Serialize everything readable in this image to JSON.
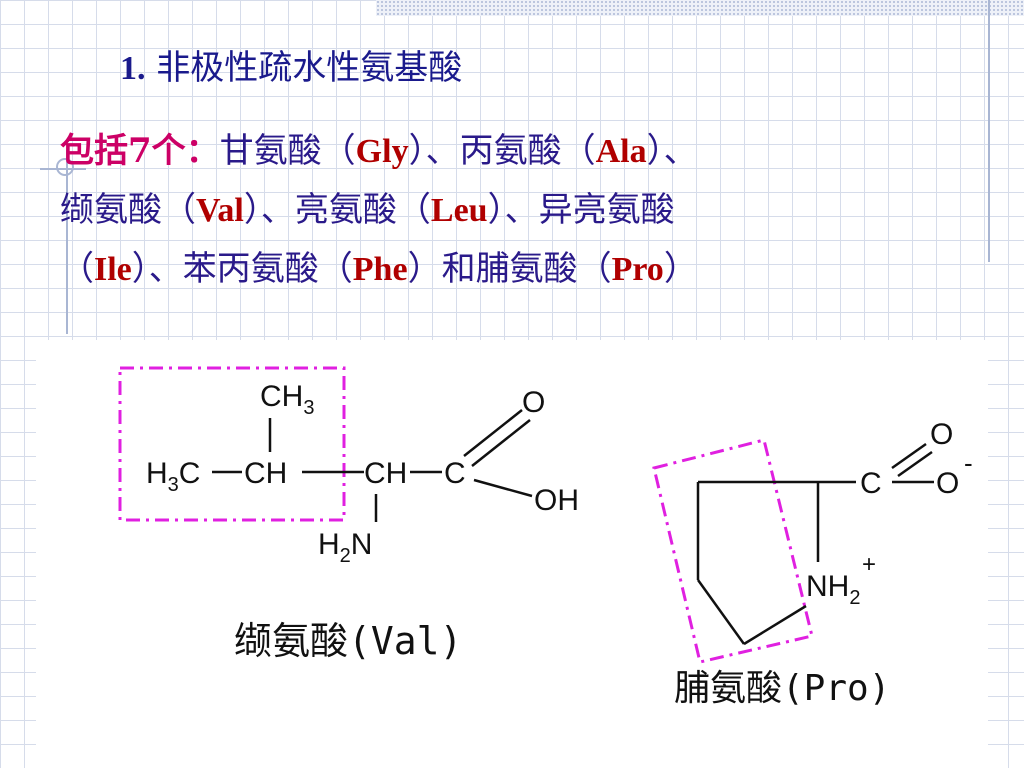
{
  "title": {
    "number": "1.",
    "text": " 非极性疏水性氨基酸"
  },
  "content": {
    "intro": "包括7个：",
    "items": [
      {
        "name": "甘氨酸",
        "abbr": "Gly"
      },
      {
        "name": "丙氨酸",
        "abbr": "Ala"
      },
      {
        "name": "缬氨酸",
        "abbr": "Val"
      },
      {
        "name": "亮氨酸",
        "abbr": "Leu"
      },
      {
        "name": "异亮氨酸",
        "abbr": "Ile"
      },
      {
        "name": "苯丙氨酸",
        "abbr": "Phe"
      },
      {
        "name": "脯氨酸",
        "abbr": "Pro"
      }
    ],
    "separator": "、",
    "conjunction": "和",
    "open_paren": "（",
    "close_paren": "）"
  },
  "figure": {
    "val": {
      "caption": "缬氨酸(Val)",
      "labels": {
        "ch3_top": "CH",
        "ch3_top_sub": "3",
        "h3c": "H",
        "h3c_sub": "3",
        "h3c_c": "C",
        "ch_left": "CH",
        "ch_right": "CH",
        "c_carboxyl": "C",
        "o_double": "O",
        "oh": "OH",
        "h2n": "H",
        "h2n_sub": "2",
        "h2n_n": "N"
      }
    },
    "pro": {
      "caption": "脯氨酸(Pro)",
      "labels": {
        "c_carboxyl": "C",
        "o_double": "O",
        "o_single": "O",
        "o_charge": "-",
        "nh": "NH",
        "nh_sub": "2",
        "nh_charge": "+"
      }
    },
    "colors": {
      "highlight_box": "#e020e0",
      "bond": "#111111"
    }
  },
  "colors": {
    "title": "#1a1a8c",
    "intro": "#cc0066",
    "name_text": "#2a1a8a",
    "abbr_text": "#b00000",
    "grid": "#d6dcea"
  }
}
